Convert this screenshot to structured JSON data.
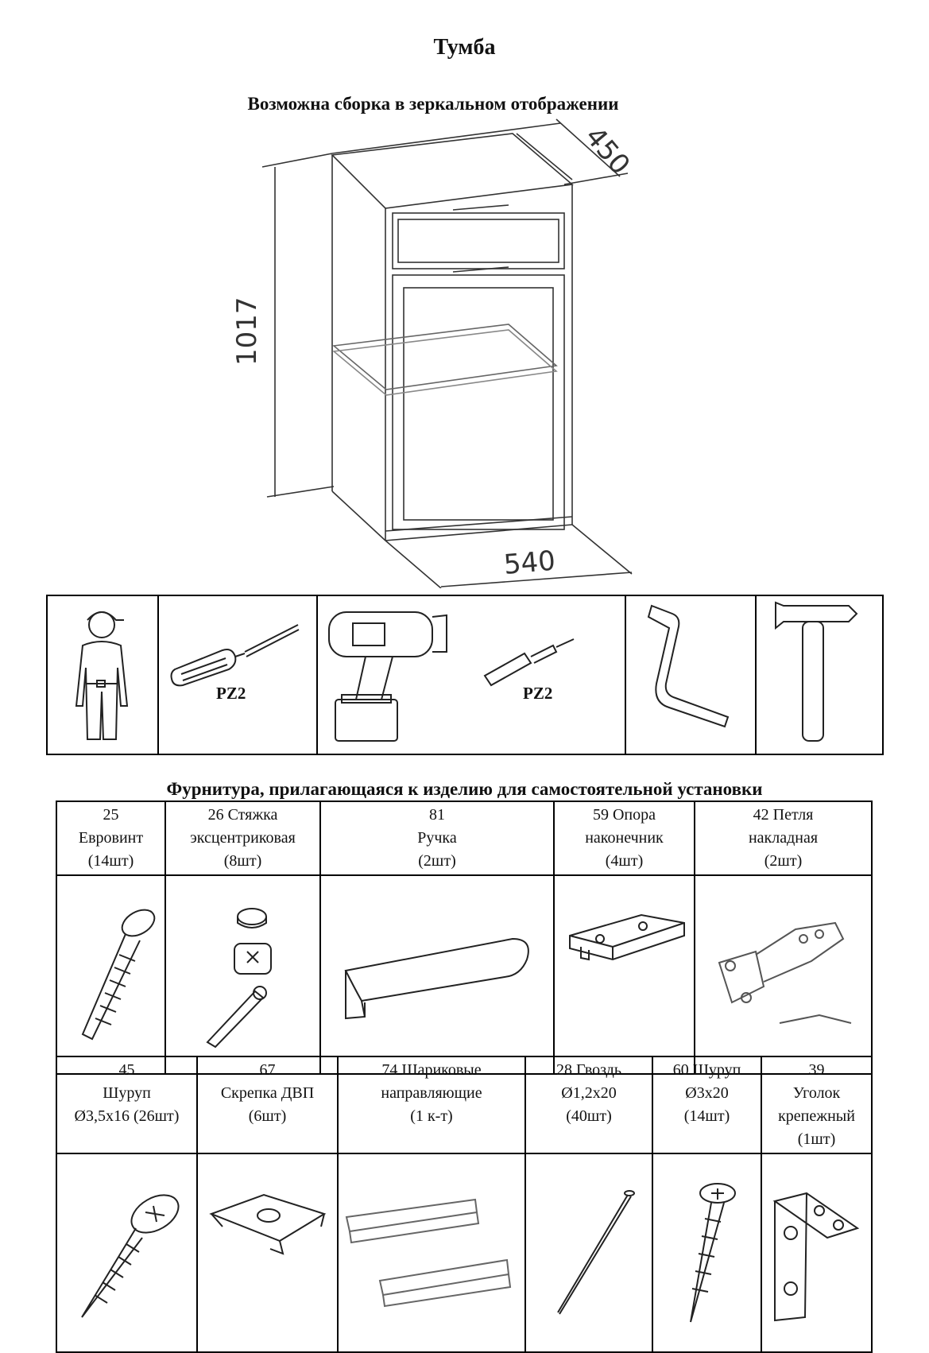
{
  "title": "Тумба",
  "subtitle": "Возможна сборка в зеркальном отображении",
  "dimensions": {
    "depth": "450",
    "height": "1017",
    "width": "540"
  },
  "tools": {
    "screwdriver_bit": "PZ2",
    "drill_bit": "PZ2"
  },
  "hardware_heading": "Фурнитура, прилагающаяся к изделию для самостоятельной установки",
  "hardware_row1": [
    {
      "label": "25\nЕвровинт\n(14шт)",
      "icon": "eurovint-screw-icon"
    },
    {
      "label": "26  Стяжка\nэксцентриковая\n(8шт)",
      "icon": "eccentric-tie-icon"
    },
    {
      "label": "81\nРучка\n(2шт)",
      "icon": "handle-icon"
    },
    {
      "label": "59  Опора\nнаконечник\n(4шт)",
      "icon": "support-tip-icon"
    },
    {
      "label": "42  Петля\nнакладная\n(2шт)",
      "icon": "hinge-icon"
    }
  ],
  "hardware_row2": [
    {
      "label": "45\nШуруп\nØ3,5х16 (26шт)",
      "icon": "screw-icon"
    },
    {
      "label": "67\nСкрепка ДВП\n(6шт)",
      "icon": "fiberboard-clip-icon"
    },
    {
      "label": "74 Шариковые\nнаправляющие\n(1 к-т)",
      "icon": "ball-slides-icon"
    },
    {
      "label": "28  Гвоздь\nØ1,2х20\n(40шт)",
      "icon": "nail-icon"
    },
    {
      "label": "60  Шуруп\nØ3х20\n(14шт)",
      "icon": "small-screw-icon"
    },
    {
      "label": "39\nУголок\nкрепежный\n(1шт)",
      "icon": "mounting-bracket-icon"
    }
  ]
}
